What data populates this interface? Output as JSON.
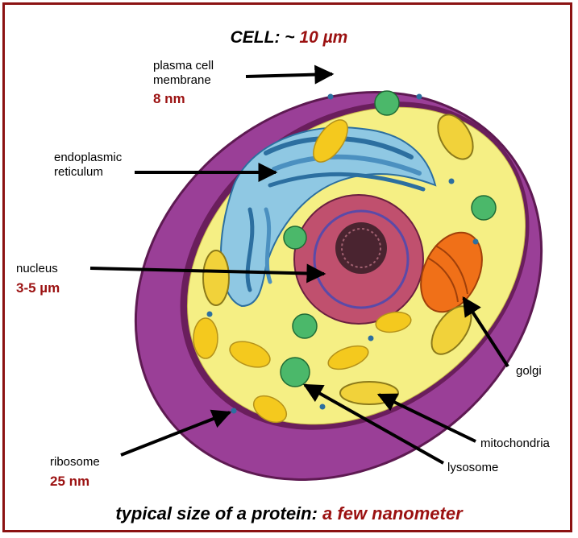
{
  "title": {
    "prefix": "CELL: ~ ",
    "value": "10 µm"
  },
  "labels": {
    "plasma_membrane_line1": "plasma cell",
    "plasma_membrane_line2": "membrane",
    "plasma_membrane_size": "8 nm",
    "er_line1": "endoplasmic",
    "er_line2": "reticulum",
    "nucleus": "nucleus",
    "nucleus_size": "3-5 µm",
    "golgi": "golgi",
    "mitochondria": "mitochondria",
    "ribosome": "ribosome",
    "ribosome_size": "25 nm",
    "lysosome": "lysosome"
  },
  "footer": {
    "prefix": "typical size of a protein: ",
    "value": "a few nanometer"
  },
  "colors": {
    "border": "#8b1212",
    "accent_text": "#9b1111",
    "membrane": "#9a3f97",
    "cytoplasm": "#f5ef84",
    "nucleus": "#c0506e",
    "er": "#8fc8e3",
    "golgi": "#f07018",
    "lysosome": "#4bb86a",
    "mitochondria": "#f1d23a"
  }
}
